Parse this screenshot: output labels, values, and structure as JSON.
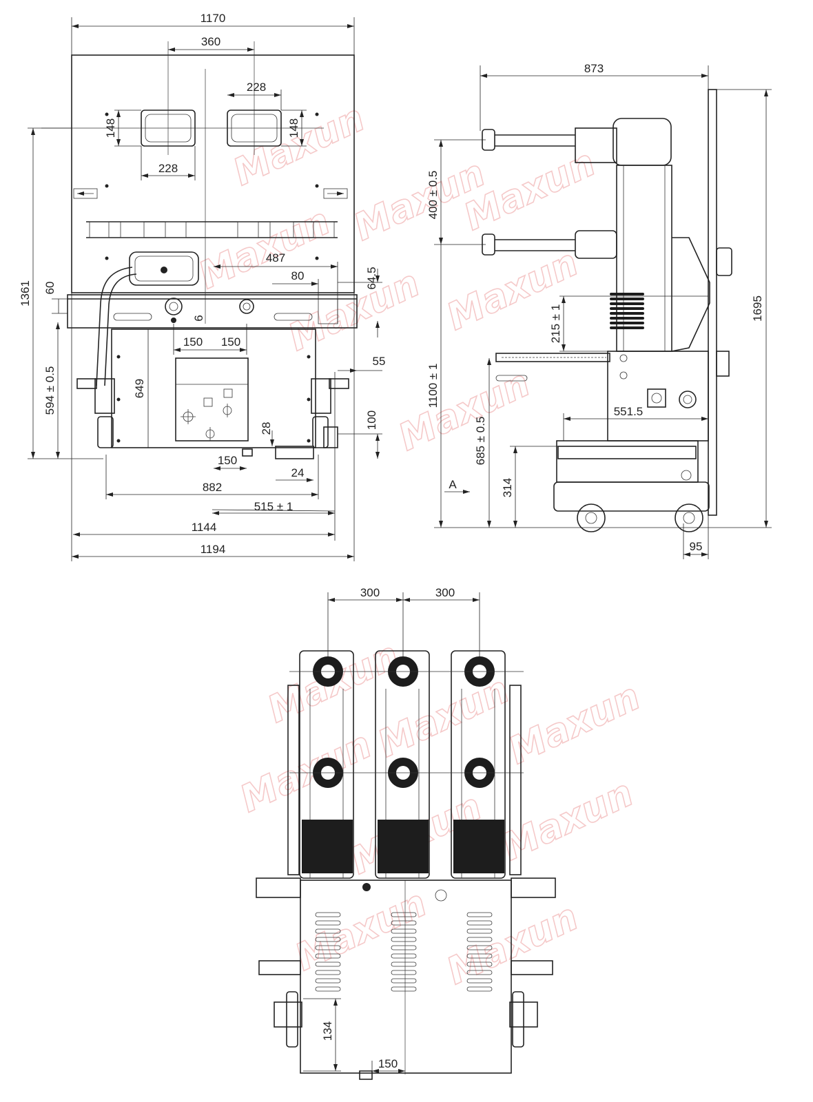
{
  "watermark": "Maxun",
  "front_view": {
    "dims": {
      "width_top": "1170",
      "handle_spacing": "360",
      "window_width_top": "228",
      "window_width_left": "228",
      "window_height_left": "148",
      "window_height_right": "148",
      "height_total": "1361",
      "offset_60": "60",
      "offset_487": "487",
      "offset_80": "80",
      "offset_64_5": "64.5",
      "offset_6": "6",
      "offset_150_a": "150",
      "offset_150_b": "150",
      "offset_55": "55",
      "height_649": "649",
      "height_594": "594 ± 0.5",
      "height_28": "28",
      "height_100": "100",
      "width_150": "150",
      "width_24": "24",
      "width_882": "882",
      "width_515": "515 ± 1",
      "width_1144": "1144",
      "width_1194": "1194"
    }
  },
  "side_view": {
    "dims": {
      "depth_873": "873",
      "height_400": "400 ± 0.5",
      "height_1695": "1695",
      "height_215": "215 ± 1",
      "height_1100": "1100 ± 1",
      "height_685": "685 ± 0.5",
      "depth_551_5": "551.5",
      "height_314": "314",
      "width_95": "95",
      "view_label": "A"
    }
  },
  "bottom_view": {
    "dims": {
      "pole_pitch_1": "300",
      "pole_pitch_2": "300",
      "height_134": "134",
      "width_150": "150"
    }
  }
}
